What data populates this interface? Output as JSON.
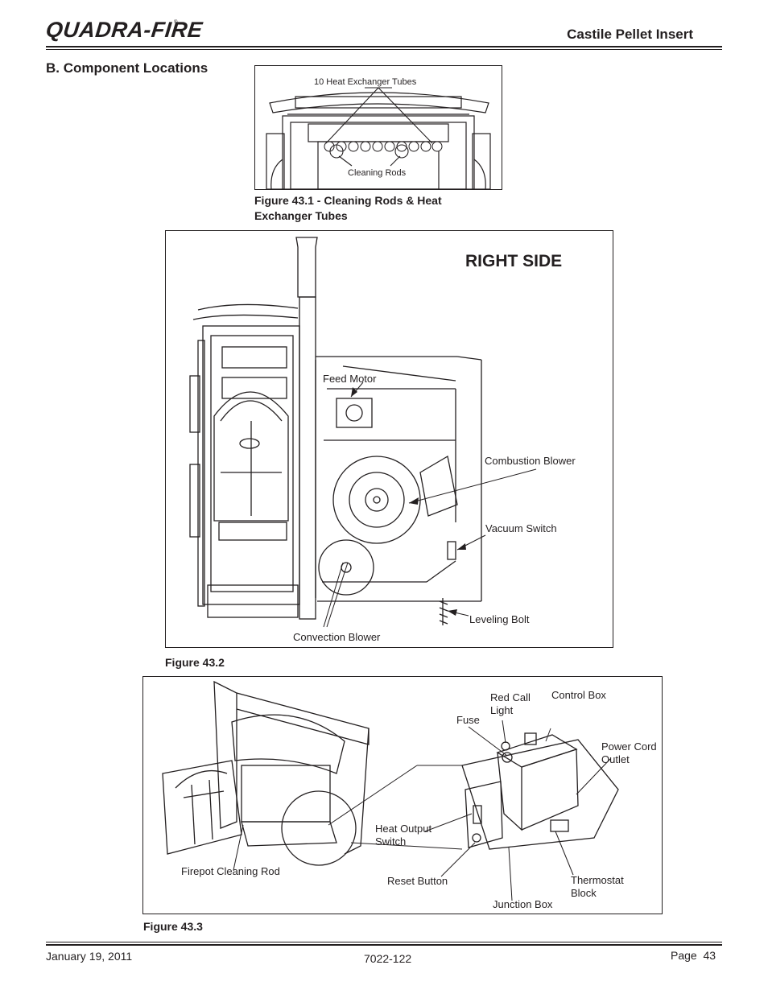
{
  "header": {
    "brand": "QUADRA-FIRE",
    "registered": "®",
    "product": "Castile Pellet Insert"
  },
  "section_title": "B. Component Locations",
  "figure_1": {
    "labels": {
      "tubes": "10 Heat Exchanger Tubes",
      "rods": "Cleaning Rods"
    },
    "caption": "Figure 43.1 - Cleaning Rods & Heat Exchanger Tubes"
  },
  "figure_2": {
    "heading": "RIGHT SIDE",
    "labels": {
      "feed_motor": "Feed Motor",
      "combustion_blower": "Combustion Blower",
      "vacuum_switch": "Vacuum Switch",
      "leveling_bolt": "Leveling Bolt",
      "convection_blower": "Convection Blower"
    },
    "caption": "Figure 43.2"
  },
  "figure_3": {
    "labels": {
      "red_call_light": "Red Call Light",
      "control_box": "Control Box",
      "fuse": "Fuse",
      "power_cord_outlet": "Power Cord Outlet",
      "heat_output_switch": "Heat Output Switch",
      "firepot_cleaning_rod": "Firepot Cleaning Rod",
      "reset_button": "Reset Button",
      "thermostat_block": "Thermostat Block",
      "junction_box": "Junction Box"
    },
    "caption": "Figure 43.3"
  },
  "footer": {
    "date": "January 19, 2011",
    "doc_number": "7022-122",
    "page": "Page  43"
  }
}
